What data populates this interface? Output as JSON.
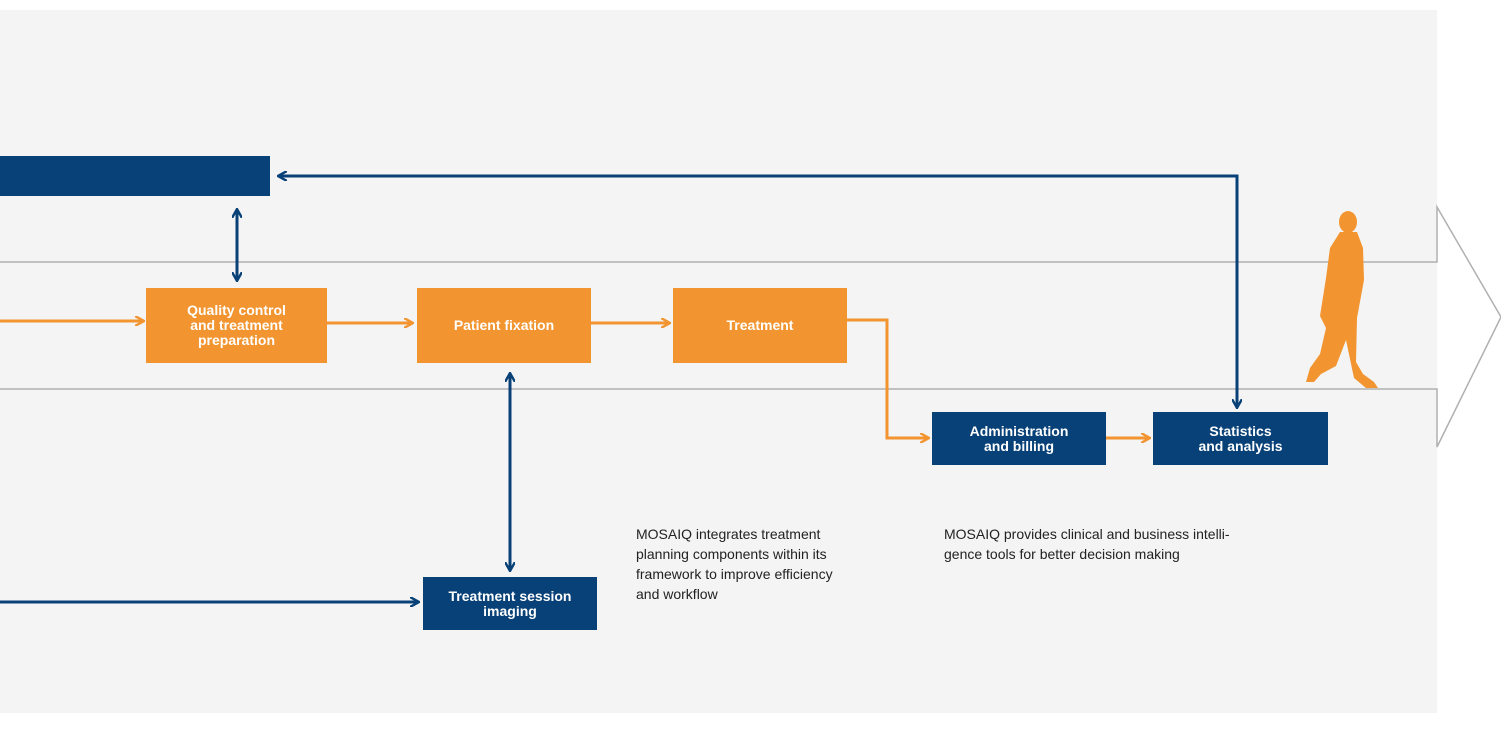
{
  "colors": {
    "process_orange": "#f29530",
    "process_blue": "#084177",
    "background": "#f4f4f4",
    "corridor_gray": "#b0b0b0"
  },
  "boxes": {
    "top_bar": "",
    "quality_control": "Quality control\nand treatment\npreparation",
    "patient_fixation": "Patient fixation",
    "treatment": "Treatment",
    "administration": "Administration\nand billing",
    "statistics": "Statistics\nand analysis",
    "session_imaging": "Treatment session\nimaging"
  },
  "notes": {
    "planning": "MOSAIQ integrates treatment\nplanning components within its\nframework to improve efficiency\nand workflow",
    "intelligence": "MOSAIQ provides clinical and business intelli-\ngence tools for better decision making"
  },
  "icons": {
    "walking_person": "walking-person-icon"
  }
}
